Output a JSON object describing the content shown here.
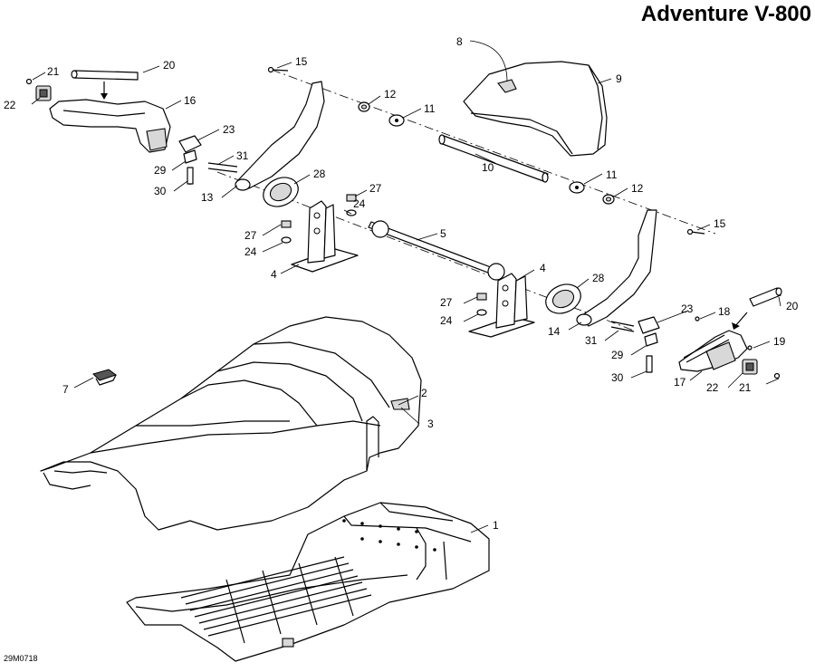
{
  "title": "Adventure V-800",
  "ref_code": "29M0718",
  "callouts": [
    {
      "id": "c1",
      "label": "1"
    },
    {
      "id": "c2",
      "label": "2"
    },
    {
      "id": "c3",
      "label": "3"
    },
    {
      "id": "c4a",
      "label": "4"
    },
    {
      "id": "c4b",
      "label": "4"
    },
    {
      "id": "c5",
      "label": "5"
    },
    {
      "id": "c7",
      "label": "7"
    },
    {
      "id": "c8",
      "label": "8"
    },
    {
      "id": "c9",
      "label": "9"
    },
    {
      "id": "c10",
      "label": "10"
    },
    {
      "id": "c11a",
      "label": "11"
    },
    {
      "id": "c11b",
      "label": "11"
    },
    {
      "id": "c12a",
      "label": "12"
    },
    {
      "id": "c12b",
      "label": "12"
    },
    {
      "id": "c13",
      "label": "13"
    },
    {
      "id": "c14",
      "label": "14"
    },
    {
      "id": "c15a",
      "label": "15"
    },
    {
      "id": "c15b",
      "label": "15"
    },
    {
      "id": "c16",
      "label": "16"
    },
    {
      "id": "c17",
      "label": "17"
    },
    {
      "id": "c18",
      "label": "18"
    },
    {
      "id": "c19",
      "label": "19"
    },
    {
      "id": "c20a",
      "label": "20"
    },
    {
      "id": "c20b",
      "label": "20"
    },
    {
      "id": "c21a",
      "label": "21"
    },
    {
      "id": "c21b",
      "label": "21"
    },
    {
      "id": "c22a",
      "label": "22"
    },
    {
      "id": "c22b",
      "label": "22"
    },
    {
      "id": "c23a",
      "label": "23"
    },
    {
      "id": "c23b",
      "label": "23"
    },
    {
      "id": "c24a",
      "label": "24"
    },
    {
      "id": "c24b",
      "label": "24"
    },
    {
      "id": "c24c",
      "label": "24"
    },
    {
      "id": "c27a",
      "label": "27"
    },
    {
      "id": "c27b",
      "label": "27"
    },
    {
      "id": "c27c",
      "label": "27"
    },
    {
      "id": "c28a",
      "label": "28"
    },
    {
      "id": "c28b",
      "label": "28"
    },
    {
      "id": "c29a",
      "label": "29"
    },
    {
      "id": "c29b",
      "label": "29"
    },
    {
      "id": "c30a",
      "label": "30"
    },
    {
      "id": "c30b",
      "label": "30"
    },
    {
      "id": "c31a",
      "label": "31"
    },
    {
      "id": "c31b",
      "label": "31"
    }
  ]
}
